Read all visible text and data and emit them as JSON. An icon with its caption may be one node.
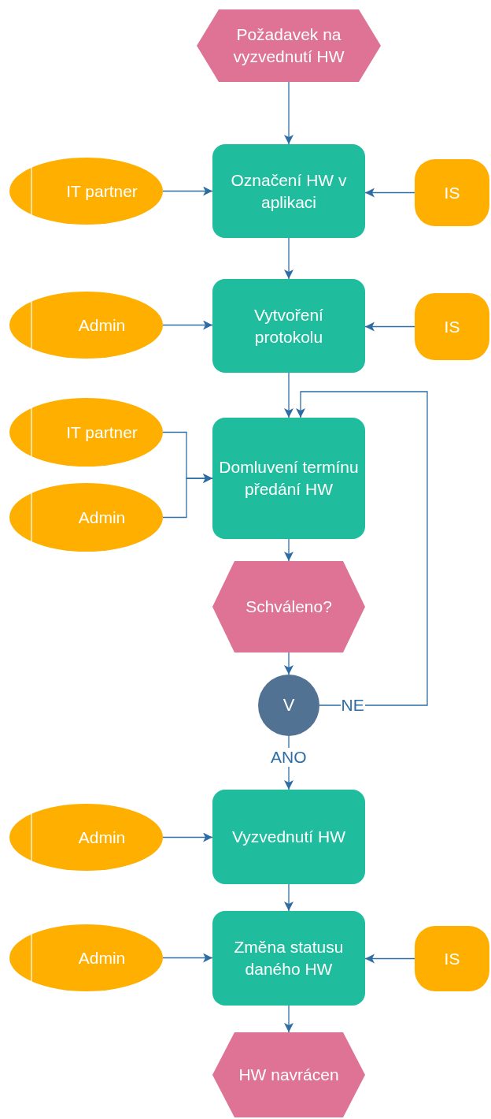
{
  "diagram": {
    "nodes": [
      {
        "text": [
          "Požadavek na vyzvednutí HW"
        ]
      },
      {
        "text": [
          "IT partner"
        ]
      },
      {
        "text": [
          "Označení HW v aplikaci"
        ]
      },
      {
        "text": [
          "IS"
        ]
      },
      {
        "text": [
          "Admin"
        ]
      },
      {
        "text": [
          "Vytvoření protokolu"
        ]
      },
      {
        "text": [
          "IS"
        ]
      },
      {
        "text": [
          "IT partner"
        ]
      },
      {
        "text": [
          "Domluvení termínu předání HW"
        ]
      },
      {
        "text": [
          "Admin"
        ]
      },
      {
        "text": [
          "Schváleno?"
        ]
      },
      {
        "text": [
          "V"
        ]
      },
      {
        "text": [
          "Vyzvednutí HW"
        ]
      },
      {
        "text": [
          "Admin"
        ]
      },
      {
        "text": [
          "Změna statusu daného HW"
        ]
      },
      {
        "text": [
          "Admin"
        ]
      },
      {
        "text": [
          "IS"
        ]
      },
      {
        "text": [
          "HW navrácen"
        ]
      }
    ],
    "edges": [
      {
        "from": 0,
        "to": 2,
        "arrow": "to"
      },
      {
        "from": 1,
        "to": 2,
        "arrow": "to"
      },
      {
        "from": 3,
        "to": 2,
        "arrow": "to"
      },
      {
        "from": 2,
        "to": 5,
        "arrow": "to"
      },
      {
        "from": 4,
        "to": 5,
        "arrow": "to"
      },
      {
        "from": 6,
        "to": 5,
        "arrow": "to"
      },
      {
        "from": 5,
        "to": 8,
        "arrow": "to"
      },
      {
        "from": 7,
        "to": 8,
        "arrow": "to"
      },
      {
        "from": 9,
        "to": 8,
        "arrow": "to"
      },
      {
        "from": 8,
        "to": 10,
        "arrow": "to"
      },
      {
        "from": 10,
        "to": 11,
        "arrow": "to"
      },
      {
        "from": 11,
        "to": 12,
        "arrow": "to",
        "label": "ANO"
      },
      {
        "from": 11,
        "to": 8,
        "arrow": "to",
        "label": "NE"
      },
      {
        "from": 12,
        "to": 14,
        "arrow": "to"
      },
      {
        "from": 13,
        "to": 12,
        "arrow": "to"
      },
      {
        "from": 15,
        "to": 14,
        "arrow": "to"
      },
      {
        "from": 16,
        "to": 14,
        "arrow": "to"
      },
      {
        "from": 14,
        "to": 17,
        "arrow": "to"
      }
    ]
  }
}
